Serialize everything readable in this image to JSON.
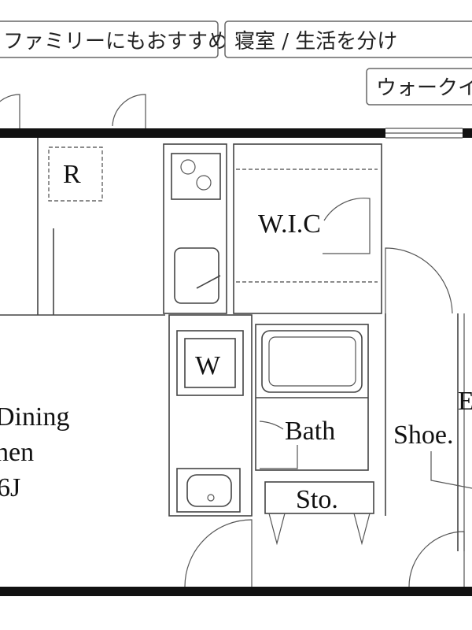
{
  "tags": {
    "family": "ファミリーにもおすすめ",
    "separate": "寝室 / 生活を分け",
    "walkin": "ウォークイ"
  },
  "rooms": {
    "refrigerator": "R",
    "wic": "W.I.C",
    "washer": "W",
    "bath": "Bath",
    "storage": "Sto.",
    "shoe": "Shoe.",
    "entrance_partial": "E",
    "ldk_line1": "Dining",
    "ldk_line2": "hen",
    "ldk_size": "6J"
  }
}
